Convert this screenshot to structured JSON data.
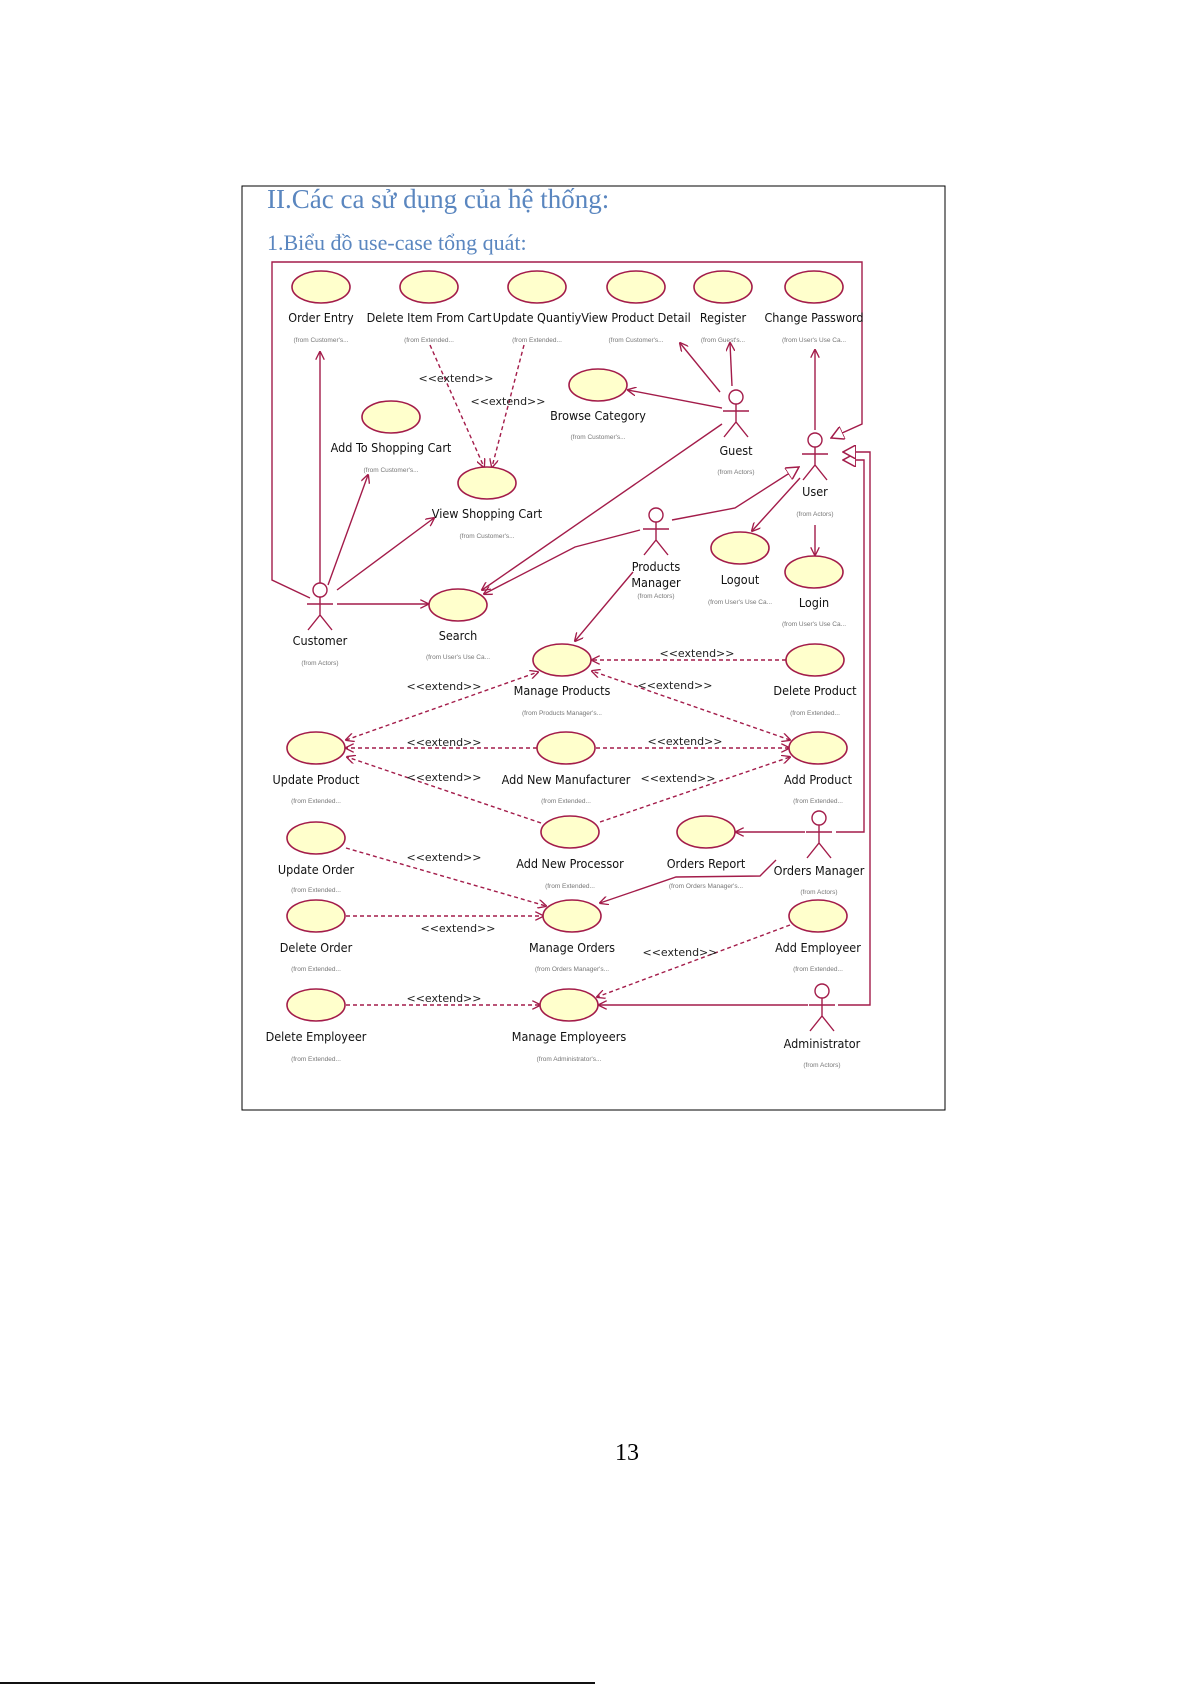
{
  "document": {
    "heading": "II.Các ca sử dụng của hệ thống:",
    "subheading": "1.Biểu đồ use-case tổng quát:",
    "page_number": "13"
  },
  "diagram": {
    "extend_label": "<<extend>>",
    "colors": {
      "line": "#a31c4a",
      "usecase_fill": "#ffffcc",
      "heading": "#5a86bf"
    },
    "use_cases": [
      {
        "name": "Order Entry",
        "from": "(from Customer's..."
      },
      {
        "name": "Delete Item From Cart",
        "from": "(from Extended..."
      },
      {
        "name": "Update Quantiy",
        "from": "(from Extended..."
      },
      {
        "name": "View Product Detail",
        "from": "(from Customer's..."
      },
      {
        "name": "Register",
        "from": "(from Guest's..."
      },
      {
        "name": "Change Password",
        "from": "(from User's Use Ca..."
      },
      {
        "name": "Browse Category",
        "from": "(from Customer's..."
      },
      {
        "name": "Add To  Shopping Cart",
        "from": "(from Customer's..."
      },
      {
        "name": "View Shopping Cart",
        "from": "(from Customer's..."
      },
      {
        "name": "Search",
        "from": "(from User's Use Ca..."
      },
      {
        "name": "Logout",
        "from": "(from User's Use Ca..."
      },
      {
        "name": "Login",
        "from": "(from User's Use Ca..."
      },
      {
        "name": "Manage Products",
        "from": "(from Products Manager's..."
      },
      {
        "name": "Delete Product",
        "from": "(from Extended..."
      },
      {
        "name": "Update Product",
        "from": "(from Extended..."
      },
      {
        "name": "Add New Manufacturer",
        "from": "(from Extended..."
      },
      {
        "name": "Add Product",
        "from": "(from Extended..."
      },
      {
        "name": "Update Order",
        "from": "(from Extended..."
      },
      {
        "name": "Add New Processor",
        "from": "(from Extended..."
      },
      {
        "name": "Orders Report",
        "from": "(from Orders Manager's..."
      },
      {
        "name": "Delete Order",
        "from": "(from Extended..."
      },
      {
        "name": "Manage Orders",
        "from": "(from Orders Manager's..."
      },
      {
        "name": "Add Employeer",
        "from": "(from Extended..."
      },
      {
        "name": "Delete Employeer",
        "from": "(from Extended..."
      },
      {
        "name": "Manage Employeers",
        "from": "(from Administrator's..."
      }
    ],
    "actors": [
      {
        "name": "Guest",
        "from": "(from Actors)"
      },
      {
        "name": "User",
        "from": "(from Actors)"
      },
      {
        "name": "Products",
        "name2": "Manager",
        "from": "(from Actors)"
      },
      {
        "name": "Customer",
        "from": "(from Actors)"
      },
      {
        "name": "Orders Manager",
        "from": "(from Actors)"
      },
      {
        "name": "Administrator",
        "from": "(from Actors)"
      }
    ]
  }
}
